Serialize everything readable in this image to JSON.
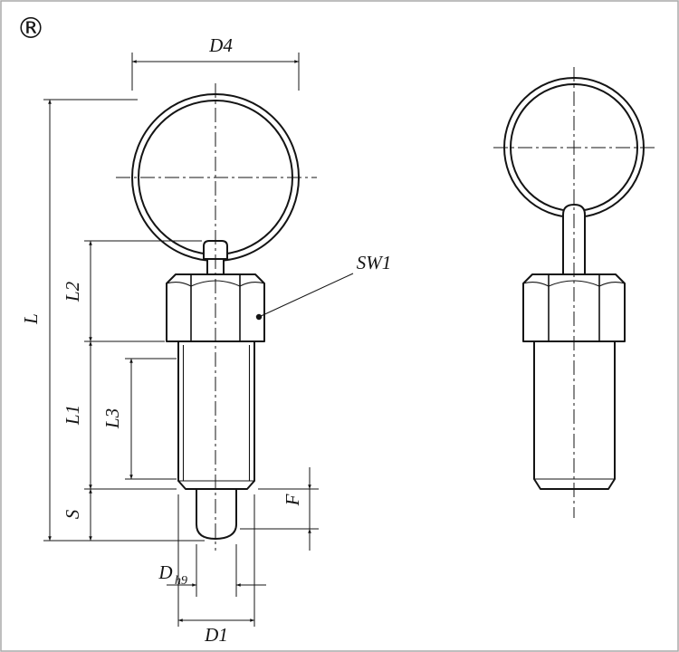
{
  "colors": {
    "line": "#141414",
    "background": "#ffffff",
    "border": "#a8a8a8"
  },
  "header": {
    "registered_mark": "®"
  },
  "dimensions": {
    "d4": "D4",
    "l": "L",
    "l2": "L2",
    "l1": "L1",
    "l3": "L3",
    "s": "S",
    "f": "F",
    "d_pin": "D",
    "d_pin_tolerance": "h9",
    "d1": "D1",
    "sw1": "SW1"
  }
}
